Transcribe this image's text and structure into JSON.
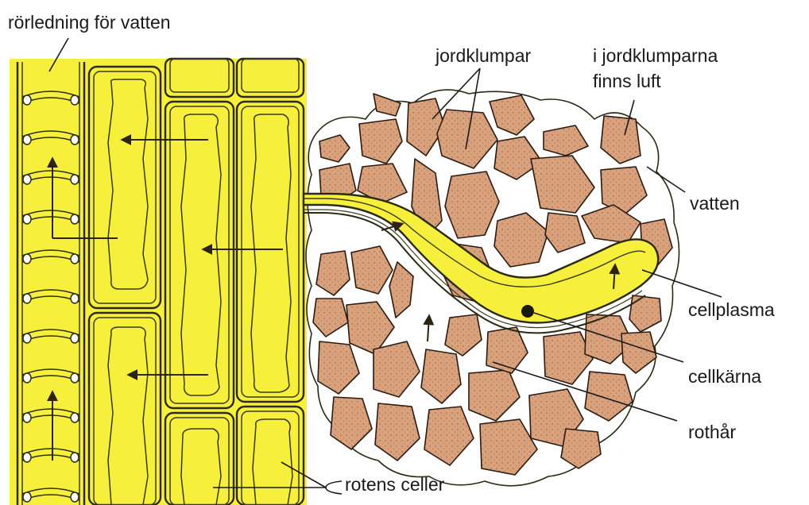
{
  "labels": {
    "pipe": "rörledning för vatten",
    "clods": "jordklumpar",
    "air_line1": "i jordklumparna",
    "air_line2": "finns luft",
    "water": "vatten",
    "cytoplasm": "cellplasma",
    "nucleus": "cellkärna",
    "root_hair": "rothår",
    "root_cells": "rotens celler"
  },
  "colors": {
    "cell": "#f6ef3c",
    "cell_inner": "#f2ea30",
    "outline": "#2a2a14",
    "soil": "#d9a27c",
    "soil_dots": "#6b4a36",
    "water_halo": "#ffffff"
  }
}
